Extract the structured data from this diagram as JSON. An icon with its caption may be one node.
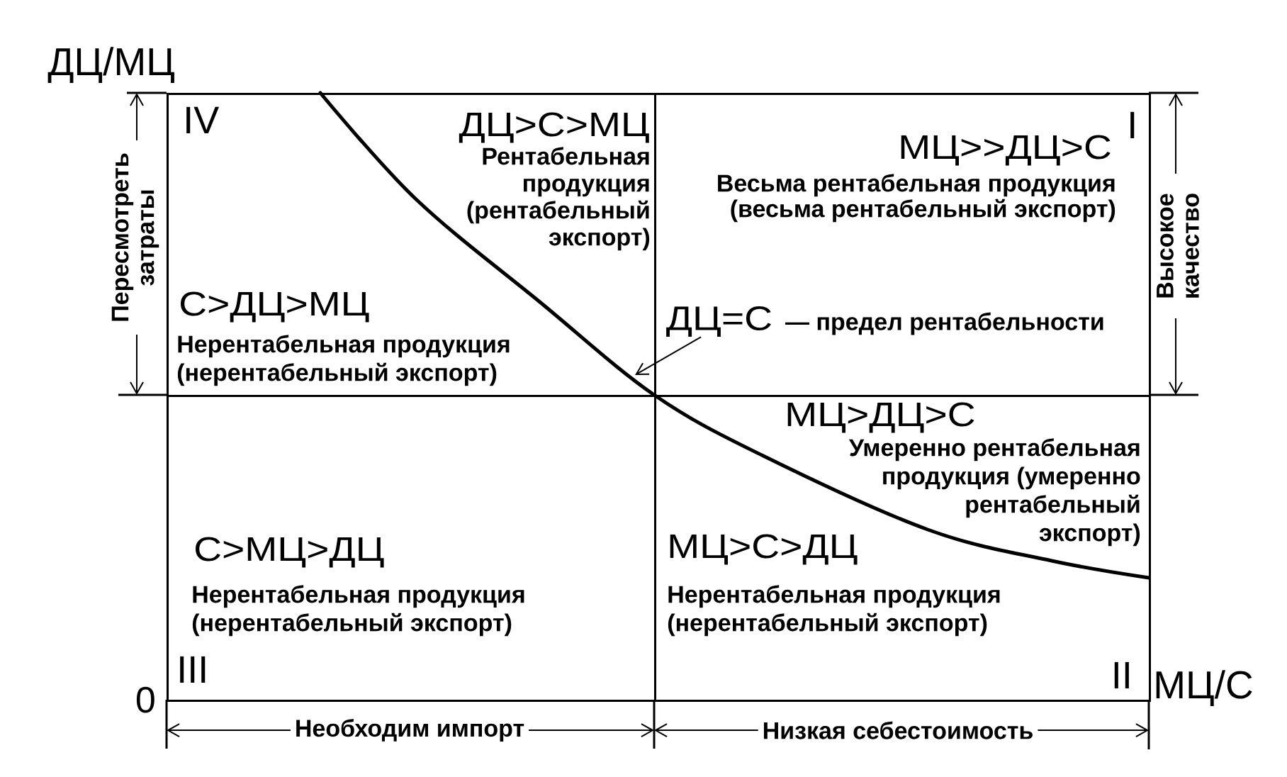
{
  "diagram": {
    "nodes": [
      {
        "text": [
          "IV",
          "ДЦ>С>МЦ",
          "Рентабельная продукция (рентабельный экспорт)",
          "С>ДЦ>МЦ",
          "Нерентабельная продукция (нерентабельный экспорт)"
        ]
      },
      {
        "text": [
          "I",
          "МЦ>>ДЦ>С",
          "Весьма рентабельная продукция (весьма рентабельный экспорт)"
        ]
      },
      {
        "text": [
          "ДЦ=С",
          "— предел рентабельности"
        ],
        "in": 1
      },
      {
        "text": [
          "С>МЦ>ДЦ",
          "Нерентабельная продукция (нерентабельный экспорт)",
          "III"
        ]
      },
      {
        "text": [
          "МЦ>ДЦ>С",
          "Умеренно рентабельная продукция (умеренно рентабельный экспорт)",
          "МЦ>С>ДЦ",
          "Нерентабельная продукция (нерентабельный экспорт)",
          "II"
        ]
      }
    ],
    "edges": [
      {
        "from": 2,
        "to": 0,
        "arrow": "to"
      }
    ],
    "labels": [
      "ДЦ/МЦ",
      "Пересмотреть затраты",
      "Высокое качество",
      "МЦ/С",
      "0",
      "Необходим импорт",
      "Низкая себестоимость"
    ]
  }
}
